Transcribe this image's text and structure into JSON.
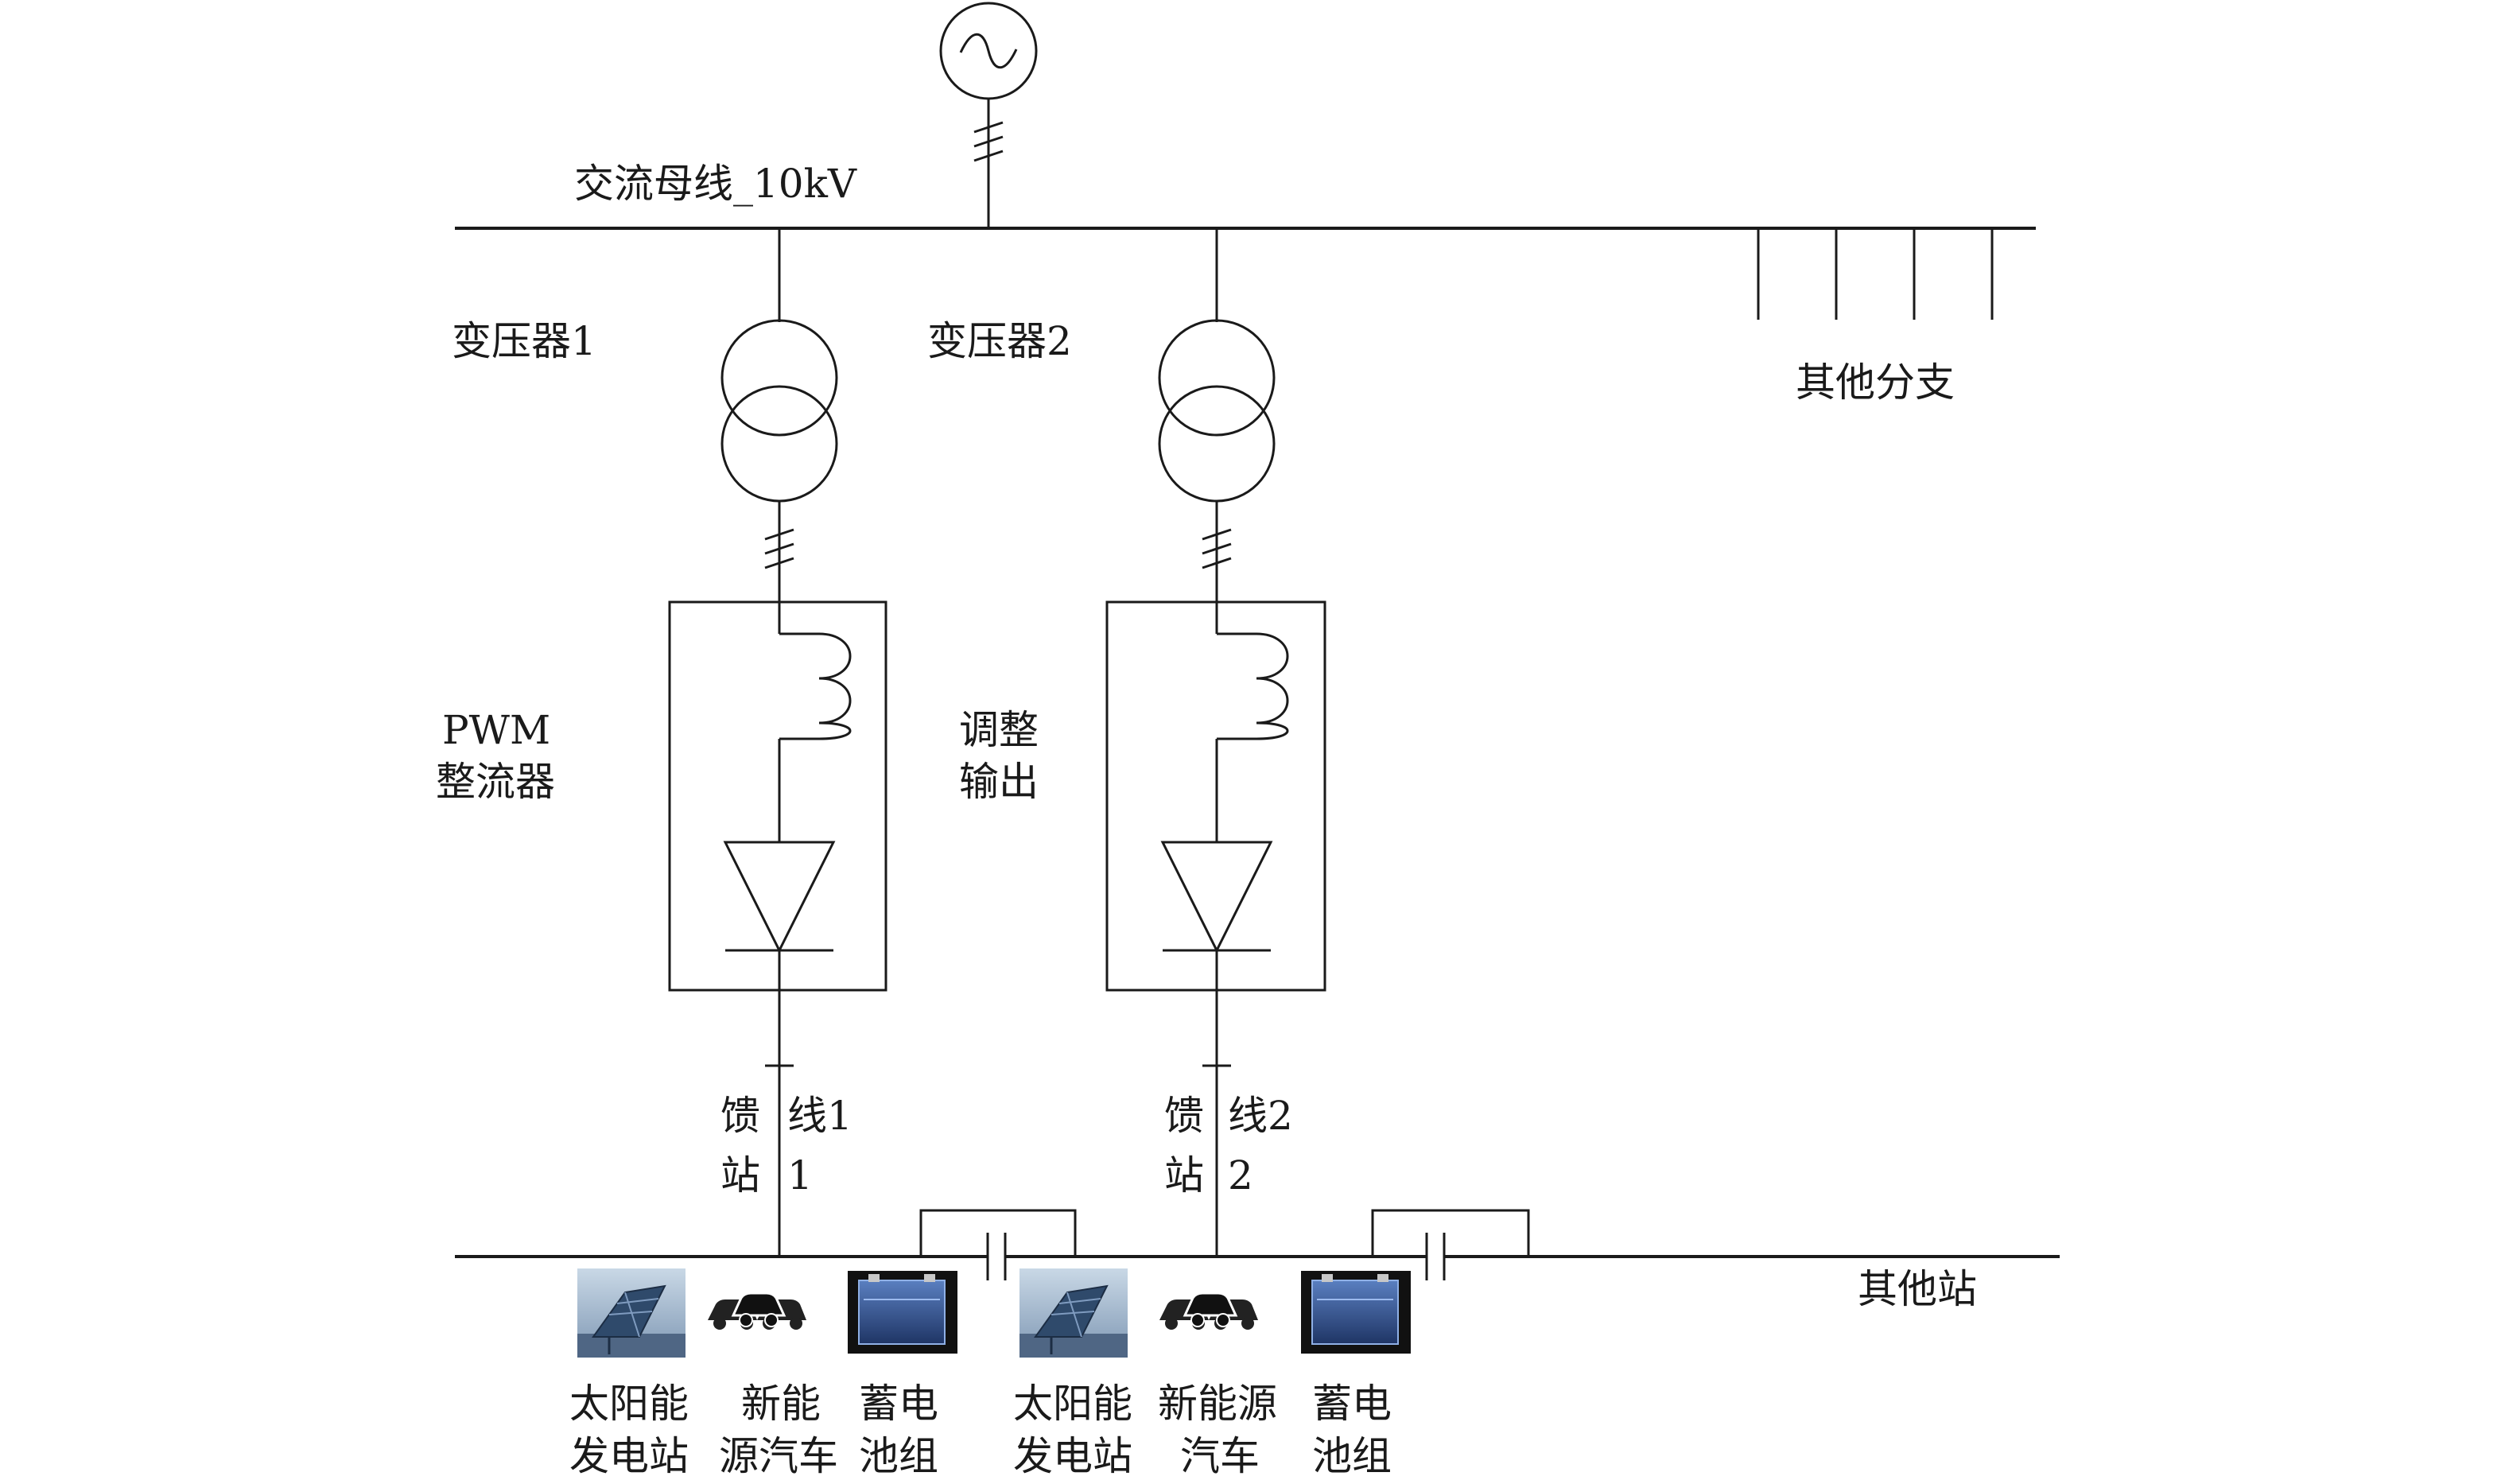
{
  "labels": {
    "ac_bus": "交流母线_10kV",
    "transformer1": "变压器1",
    "transformer2": "变压器2",
    "other_branches": "其他分支",
    "pwm_line1": "PWM",
    "pwm_line2": "整流器",
    "adjust_line1": "调整",
    "adjust_line2": "输出",
    "feeder1_a": "馈",
    "feeder1_b": "线1",
    "feeder1_c": "站",
    "feeder1_d": "1",
    "feeder2_a": "馈",
    "feeder2_b": "线2",
    "feeder2_c": "站",
    "feeder2_d": "2",
    "other_stations": "其他站"
  },
  "station1": {
    "solar_line1": "太阳能",
    "solar_line2": "发电站",
    "ev_line1": "新能",
    "ev_line2": "源汽车",
    "battery_line1": "蓄电",
    "battery_line2": "池组"
  },
  "station2": {
    "solar_line1": "太阳能",
    "solar_line2": "发电站",
    "ev_line1": "新能源",
    "ev_line2": "汽车",
    "battery_line1": "蓄电",
    "battery_line2": "池组"
  },
  "icons": {
    "generator": "ac-generator-icon",
    "transformer": "transformer-icon",
    "inductor": "inductor-icon",
    "diode": "diode-icon",
    "capacitor": "capacitor-icon",
    "solar": "solar-panel-icon",
    "ev": "cars-icon",
    "battery": "battery-icon"
  },
  "colors": {
    "line": "#1a1a1a",
    "solar_sky": "#9fb6cc",
    "solar_panel": "#2f4a6b",
    "battery_body": "#3a5f9e"
  }
}
